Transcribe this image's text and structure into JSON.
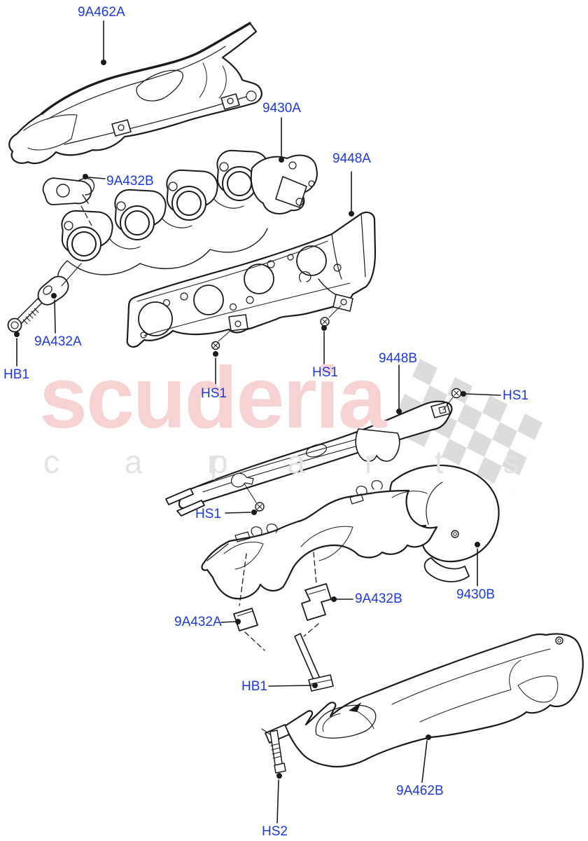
{
  "watermark": {
    "brand": "scuderia",
    "word_left": "c a r",
    "word_right": "p a r t s",
    "brand_color": "#f7d2d2",
    "words_color": "#e3e3e3",
    "flag_color": "#dcdcdc"
  },
  "diagram": {
    "line_color": "#1b1b1b",
    "label_color": "#1c38e2",
    "callouts": [
      {
        "text": "9A462A"
      },
      {
        "text": "9430A"
      },
      {
        "text": "9448A"
      },
      {
        "text": "9A432B"
      },
      {
        "text": "9A432A"
      },
      {
        "text": "HB1"
      },
      {
        "text": "HS1"
      },
      {
        "text": "HS1"
      },
      {
        "text": "9448B"
      },
      {
        "text": "HS1"
      },
      {
        "text": "HS1"
      },
      {
        "text": "9A432B"
      },
      {
        "text": "9A432A"
      },
      {
        "text": "HB1"
      },
      {
        "text": "9430B"
      },
      {
        "text": "9A462B"
      },
      {
        "text": "HS2"
      }
    ]
  }
}
